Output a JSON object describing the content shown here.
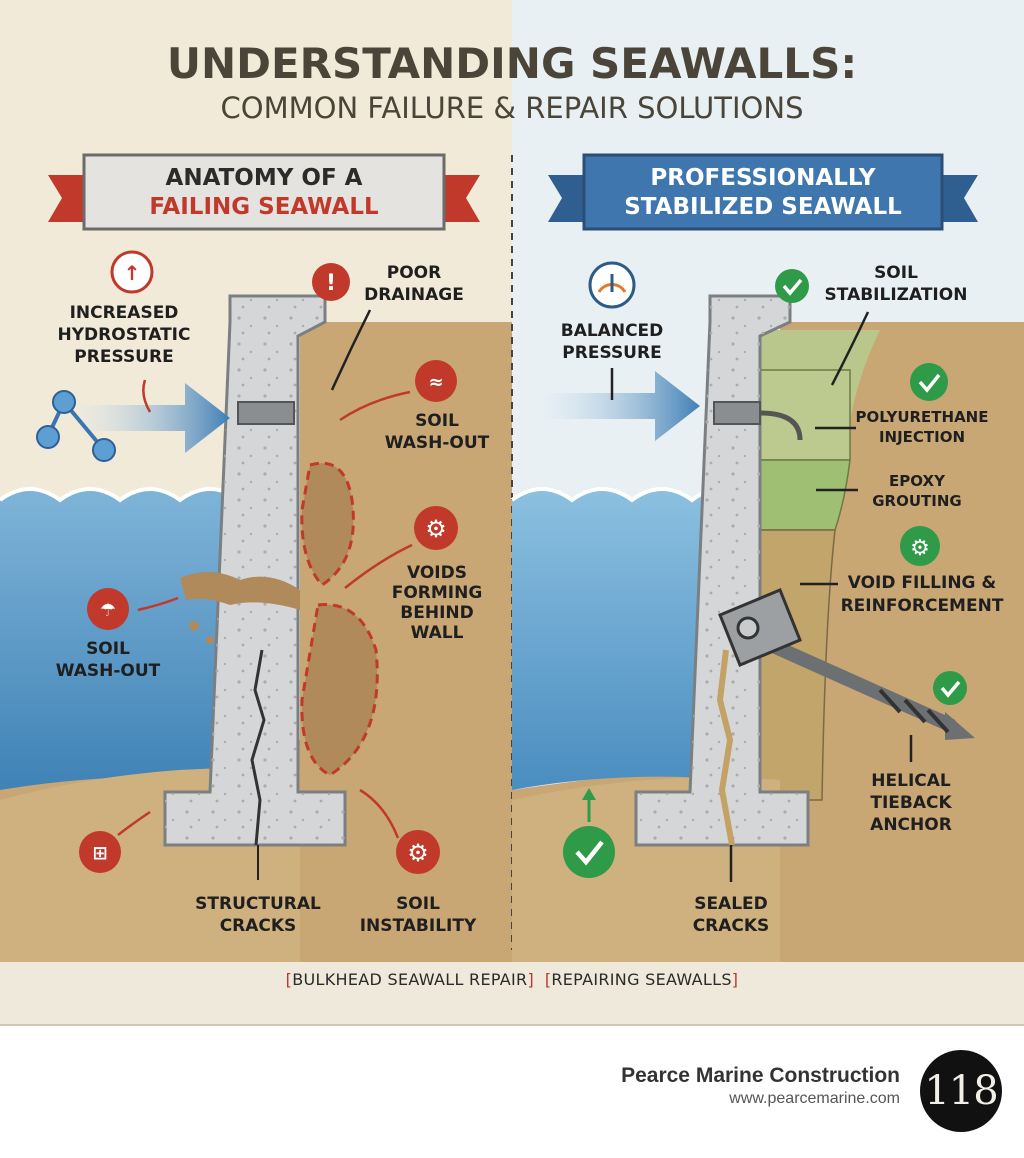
{
  "title": {
    "main": "UNDERSTANDING SEAWALLS:",
    "sub": "COMMON FAILURE & REPAIR SOLUTIONS"
  },
  "left_panel": {
    "banner_line1": "ANATOMY OF A",
    "banner_line2": "FAILING SEAWALL",
    "labels": {
      "hydro_1": "INCREASED",
      "hydro_2": "HYDROSTATIC",
      "hydro_3": "PRESSURE",
      "drain_1": "POOR",
      "drain_2": "DRAINAGE",
      "washout_r_1": "SOIL",
      "washout_r_2": "WASH-OUT",
      "voids_1": "VOIDS",
      "voids_2": "FORMING",
      "voids_3": "BEHIND",
      "voids_4": "WALL",
      "washout_l_1": "SOIL",
      "washout_l_2": "WASH-OUT",
      "cracks_1": "STRUCTURAL",
      "cracks_2": "CRACKS",
      "instab_1": "SOIL",
      "instab_2": "INSTABILITY"
    }
  },
  "right_panel": {
    "banner_line1": "PROFESSIONALLY",
    "banner_line2": "STABILIZED SEAWALL",
    "labels": {
      "balanced_1": "BALANCED",
      "balanced_2": "PRESSURE",
      "soilstab_1": "SOIL",
      "soilstab_2": "STABILIZATION",
      "poly_1": "POLYURETHANE",
      "poly_2": "INJECTION",
      "epoxy_1": "EPOXY",
      "epoxy_2": "GROUTING",
      "void_1": "VOID FILLING &",
      "void_2": "REINFORCEMENT",
      "helical_1": "HELICAL",
      "helical_2": "TIEBACK",
      "helical_3": "ANCHOR",
      "sealed_1": "SEALED",
      "sealed_2": "CRACKS"
    }
  },
  "footer": {
    "tag1": "BULKHEAD SEAWALL REPAIR",
    "tag2": "REPAIRING SEAWALLS",
    "brand_name": "Pearce Marine Construction",
    "brand_url": "www.pearcemarine.com",
    "badge": "118"
  },
  "colors": {
    "failure_red": "#c0392b",
    "success_green": "#2f9a48",
    "banner_blue": "#3f76ad",
    "water_blue": "#5b9ac6",
    "soil_tan": "#c8a775",
    "concrete_gray": "#d4d6d8"
  }
}
